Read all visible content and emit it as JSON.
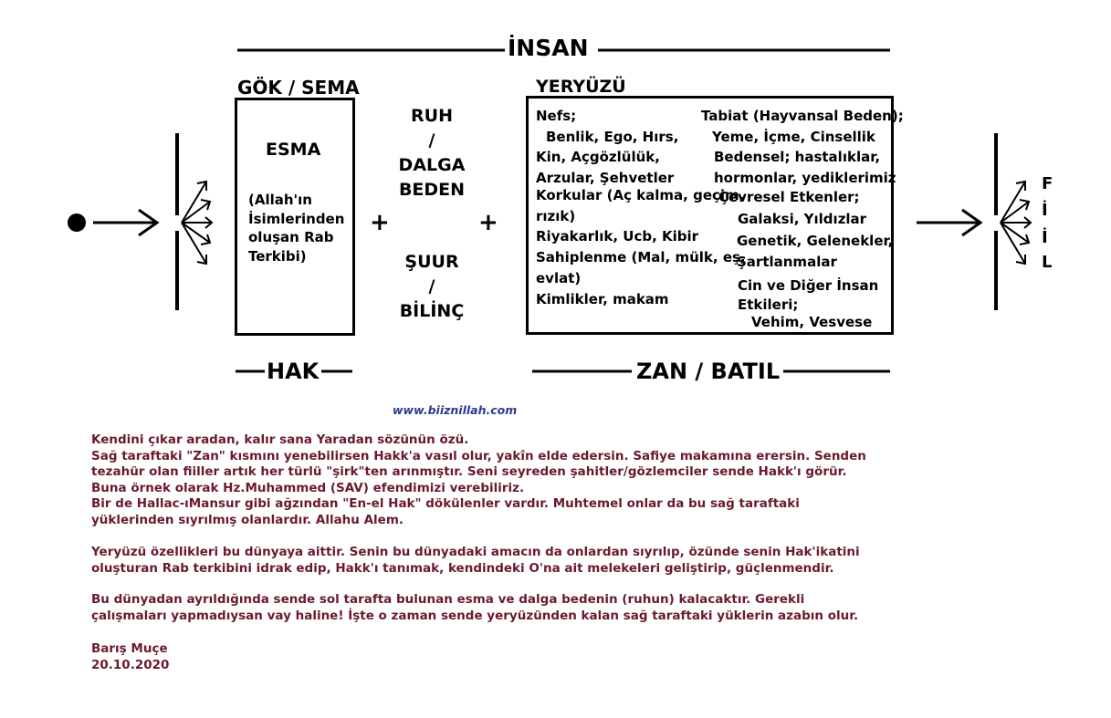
{
  "title": "İNSAN",
  "left": {
    "header": "GÖK / SEMA",
    "box_title": "ESMA",
    "box_lines": [
      "(Allah'ın",
      "İsimlerinden",
      "oluşan Rab",
      "Terkibi)"
    ],
    "footer": "HAK"
  },
  "plus": "+",
  "middle": {
    "top_lines": [
      "RUH",
      "/",
      "DALGA",
      "BEDEN"
    ],
    "bottom_lines": [
      "ŞUUR",
      "/",
      "BİLİNÇ"
    ]
  },
  "right": {
    "header": "YERYÜZÜ",
    "col1": [
      "Nefs;",
      "Benlik, Ego, Hırs,",
      "Kin, Açgözlülük,",
      "Arzular, Şehvetler",
      "Korkular (Aç kalma, geçim,",
      "rızık)",
      "Riyakarlık, Ucb, Kibir",
      "Sahiplenme (Mal, mülk, eş,",
      "evlat)",
      "Kimlikler, makam"
    ],
    "col2": [
      "Tabiat (Hayvansal Beden);",
      "Yeme, İçme, Cinsellik",
      "Bedensel; hastalıklar,",
      "hormonlar, yediklerimiz",
      "Çevresel Etkenler;",
      "Galaksi, Yıldızlar",
      "Genetik, Gelenekler,",
      "Şartlanmalar",
      "Cin ve Diğer İnsan",
      "Etkileri;",
      "Vehim, Vesvese"
    ],
    "footer": "ZAN / BATIL"
  },
  "output_letters": [
    "F",
    "İ",
    "İ",
    "L"
  ],
  "website": "www.biiznillah.com",
  "paragraph1": [
    "Kendini çıkar aradan, kalır sana Yaradan sözünün özü.",
    "Sağ taraftaki \"Zan\" kısmını yenebilirsen Hakk'a vasıl olur, yakîn elde edersin. Safiye makamına erersin. Senden",
    "tezahür olan fiiller artık her türlü \"şirk\"ten arınmıştır. Seni seyreden şahitler/gözlemciler sende Hakk'ı görür.",
    "Buna örnek olarak Hz.Muhammed (SAV) efendimizi verebiliriz.",
    "Bir de Hallac-ıMansur gibi ağzından \"En-el Hak\" dökülenler vardır. Muhtemel onlar da bu sağ taraftaki",
    "yüklerinden sıyrılmış olanlardır. Allahu Alem."
  ],
  "paragraph2": [
    "Yeryüzü özellikleri bu dünyaya aittir. Senin bu dünyadaki amacın da onlardan sıyrılıp, özünde senin Hak'ikatini",
    "oluşturan Rab terkibini idrak edip, Hakk'ı tanımak, kendindeki O'na ait melekeleri geliştirip, güçlenmendir."
  ],
  "paragraph3": [
    "Bu dünyadan ayrıldığında sende sol tarafta bulunan esma ve dalga bedenin (ruhun) kalacaktır. Gerekli",
    "çalışmaları yapmadıysan vay haline! İşte o zaman sende yeryüzünden kalan sağ taraftaki yüklerin azabın olur."
  ],
  "author": "Barış Muçe",
  "date": "20.10.2020",
  "colors": {
    "ink": "#000000",
    "note": "#6b1a2a",
    "website": "#2b3a8c"
  }
}
